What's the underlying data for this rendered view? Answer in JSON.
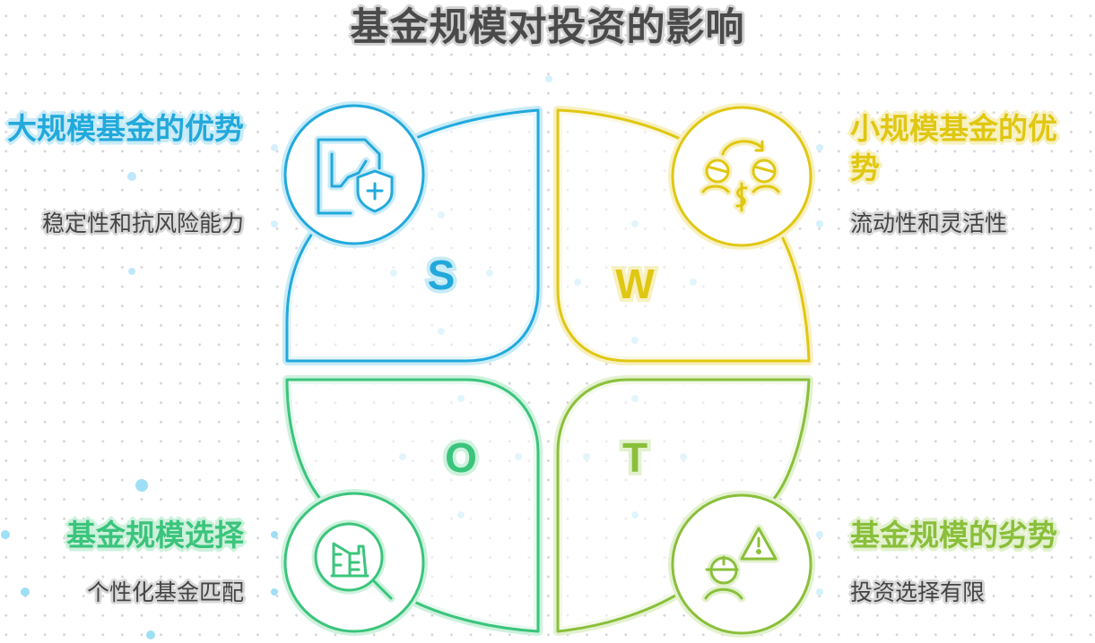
{
  "title": "基金规模对投资的影响",
  "colors": {
    "strengths": "#22a9dc",
    "weaknesses": "#e0c712",
    "opportunities": "#3bc47c",
    "threats": "#8abf3a",
    "text": "#444444"
  },
  "quadrants": {
    "strengths": {
      "letter": "S",
      "heading": "大规模基金的优势",
      "description": "稳定性和抗风险能力",
      "icon": "chart-document-shield-icon"
    },
    "weaknesses": {
      "letter": "W",
      "heading": "小规模基金的优势",
      "description": "流动性和灵活性",
      "icon": "money-exchange-people-icon"
    },
    "opportunities": {
      "letter": "O",
      "heading": "基金规模选择",
      "description": "个性化基金匹配",
      "icon": "magnifier-buildings-icon"
    },
    "threats": {
      "letter": "T",
      "heading": "基金规模的劣势",
      "description": "投资选择有限",
      "icon": "person-warning-icon"
    }
  }
}
